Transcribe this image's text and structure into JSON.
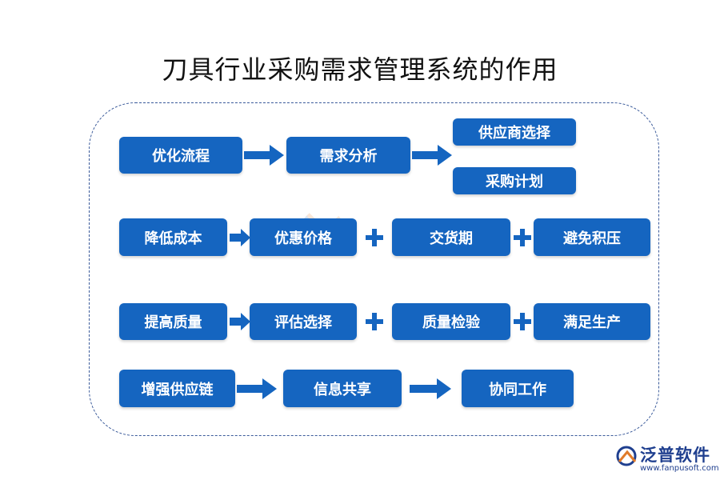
{
  "title": "刀具行业采购需求管理系统的作用",
  "colors": {
    "box": "#1565c0",
    "arrow": "#1565c0",
    "frame": "#3a5a9a",
    "logo": "#1f3f8f"
  },
  "rows": [
    {
      "name": "优化流程",
      "items": [
        "需求分析"
      ],
      "outcomes": [
        "供应商选择",
        "采购计划"
      ]
    },
    {
      "name": "降低成本",
      "items": [
        "优惠价格",
        "交货期",
        "避免积压"
      ]
    },
    {
      "name": "提高质量",
      "items": [
        "评估选择",
        "质量检验",
        "满足生产"
      ]
    },
    {
      "name": "增强供应链",
      "items": [
        "信息共享",
        "协同工作"
      ]
    }
  ],
  "logo": {
    "name": "泛普软件",
    "url": "www.fanpusoft.com"
  }
}
